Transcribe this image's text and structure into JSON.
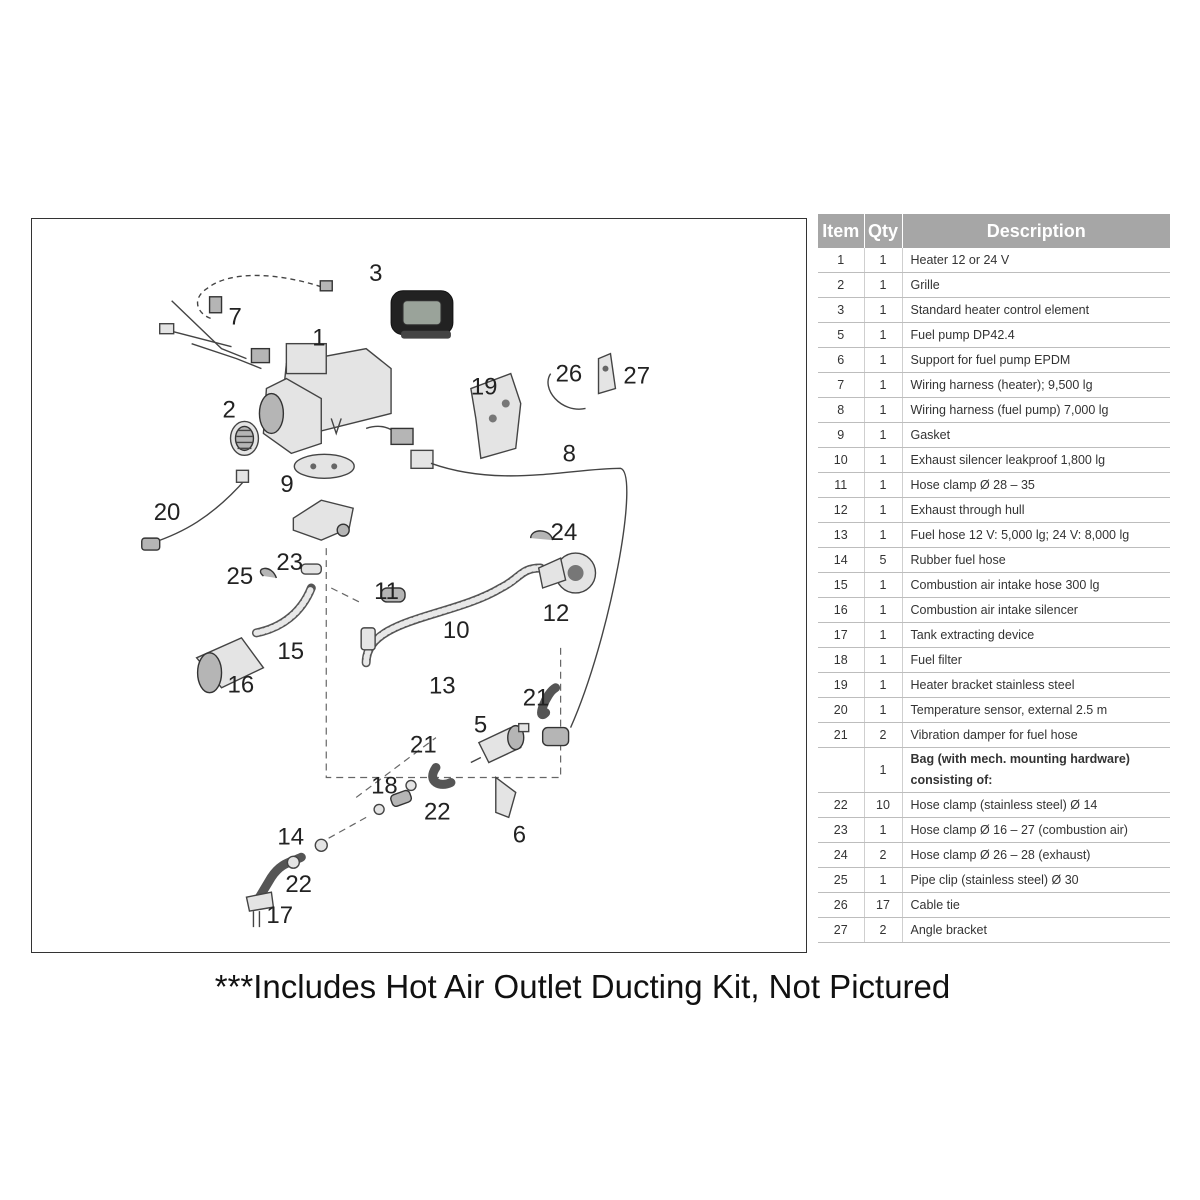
{
  "diagram": {
    "callouts": [
      "1",
      "2",
      "3",
      "5",
      "6",
      "7",
      "8",
      "9",
      "10",
      "11",
      "12",
      "13",
      "14",
      "15",
      "16",
      "17",
      "18",
      "19",
      "20",
      "21",
      "21",
      "22",
      "22",
      "23",
      "24",
      "25",
      "26",
      "27"
    ]
  },
  "table": {
    "headers": {
      "item": "Item",
      "qty": "Qty",
      "description": "Description"
    },
    "rows": [
      {
        "item": "1",
        "qty": "1",
        "description": "Heater 12 or 24 V"
      },
      {
        "item": "2",
        "qty": "1",
        "description": "Grille"
      },
      {
        "item": "3",
        "qty": "1",
        "description": "Standard heater control element"
      },
      {
        "item": "5",
        "qty": "1",
        "description": "Fuel pump DP42.4"
      },
      {
        "item": "6",
        "qty": "1",
        "description": "Support for fuel pump EPDM"
      },
      {
        "item": "7",
        "qty": "1",
        "description": "Wiring harness (heater); 9,500 lg"
      },
      {
        "item": "8",
        "qty": "1",
        "description": "Wiring harness (fuel pump) 7,000 lg"
      },
      {
        "item": "9",
        "qty": "1",
        "description": "Gasket"
      },
      {
        "item": "10",
        "qty": "1",
        "description": "Exhaust silencer leakproof 1,800 lg"
      },
      {
        "item": "11",
        "qty": "1",
        "description": "Hose clamp Ø 28 – 35"
      },
      {
        "item": "12",
        "qty": "1",
        "description": "Exhaust through hull"
      },
      {
        "item": "13",
        "qty": "1",
        "description": "Fuel hose 12 V: 5,000 lg; 24 V: 8,000 lg"
      },
      {
        "item": "14",
        "qty": "5",
        "description": "Rubber fuel hose"
      },
      {
        "item": "15",
        "qty": "1",
        "description": "Combustion air intake hose 300 lg"
      },
      {
        "item": "16",
        "qty": "1",
        "description": "Combustion air intake silencer"
      },
      {
        "item": "17",
        "qty": "1",
        "description": "Tank extracting device"
      },
      {
        "item": "18",
        "qty": "1",
        "description": "Fuel filter"
      },
      {
        "item": "19",
        "qty": "1",
        "description": "Heater bracket stainless steel"
      },
      {
        "item": "20",
        "qty": "1",
        "description": "Temperature sensor, external 2.5 m"
      },
      {
        "item": "21",
        "qty": "2",
        "description": "Vibration damper for fuel hose"
      },
      {
        "item": "",
        "qty": "1",
        "description": "Bag (with mech. mounting hardware) consisting of:"
      },
      {
        "item": "22",
        "qty": "10",
        "description": "Hose clamp (stainless steel) Ø 14"
      },
      {
        "item": "23",
        "qty": "1",
        "description": "Hose clamp Ø 16 – 27 (combustion air)"
      },
      {
        "item": "24",
        "qty": "2",
        "description": "Hose clamp Ø 26 – 28 (exhaust)"
      },
      {
        "item": "25",
        "qty": "1",
        "description": "Pipe clip (stainless steel) Ø 30"
      },
      {
        "item": "26",
        "qty": "17",
        "description": "Cable tie"
      },
      {
        "item": "27",
        "qty": "2",
        "description": "Angle bracket"
      }
    ]
  },
  "footnote": "***Includes Hot Air Outlet Ducting Kit, Not Pictured"
}
